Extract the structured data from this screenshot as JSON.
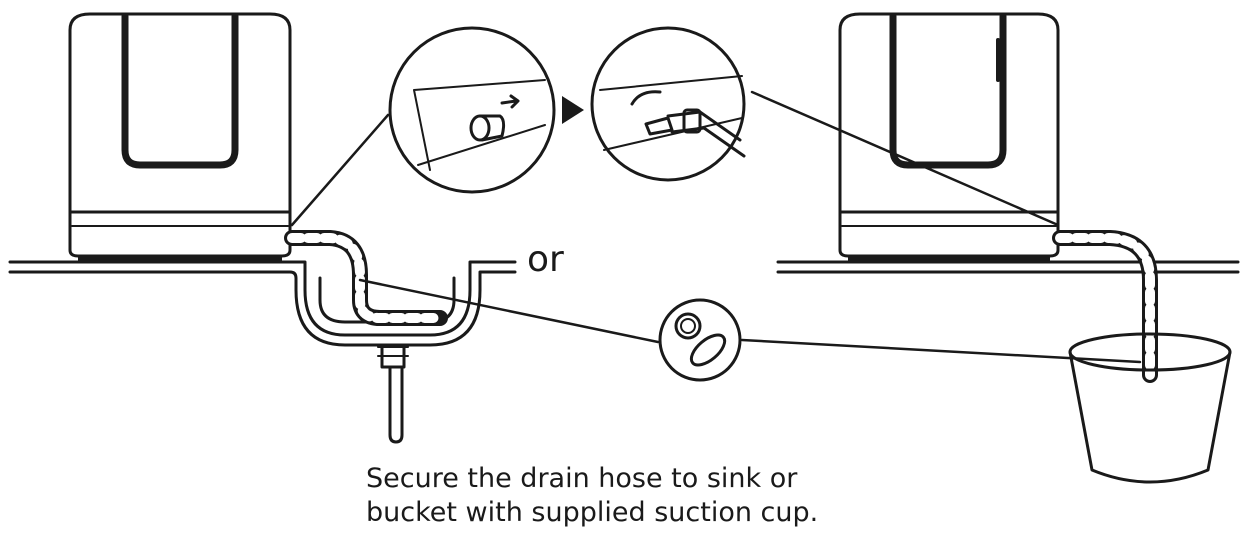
{
  "diagram": {
    "connector_text": "or",
    "caption": {
      "line1": "Secure the drain hose to sink or",
      "line2": "bucket with supplied suction cup."
    },
    "colors": {
      "ink": "#1a1a1a",
      "background": "#ffffff"
    },
    "icons": [
      "dishwasher-left",
      "dishwasher-right",
      "sink",
      "bucket",
      "drain-hose",
      "suction-cup",
      "drain-port-detail",
      "hose-attached-detail",
      "arrow-right"
    ]
  }
}
